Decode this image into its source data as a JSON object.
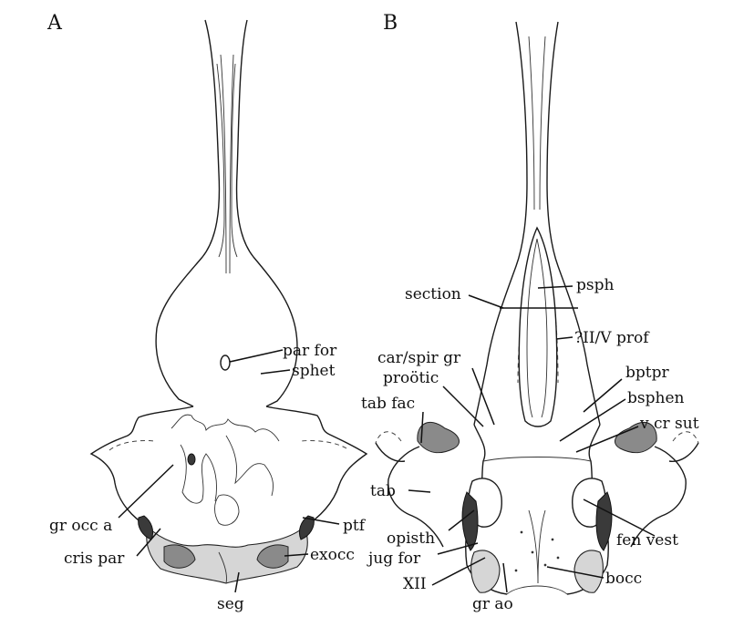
{
  "figure": {
    "panels": [
      {
        "letter": "A",
        "labels": [
          "par for",
          "sphet",
          "gr occ a",
          "ptf",
          "cris par",
          "exocc",
          "seg"
        ]
      },
      {
        "letter": "B",
        "labels": [
          "section",
          "psph",
          "?II/V prof",
          "car/spir gr",
          "proötic",
          "bptpr",
          "tab fac",
          "bsphen",
          "v cr sut",
          "tab",
          "opisth",
          "fen vest",
          "jug for",
          "XII",
          "bocc",
          "gr ao"
        ]
      }
    ]
  }
}
